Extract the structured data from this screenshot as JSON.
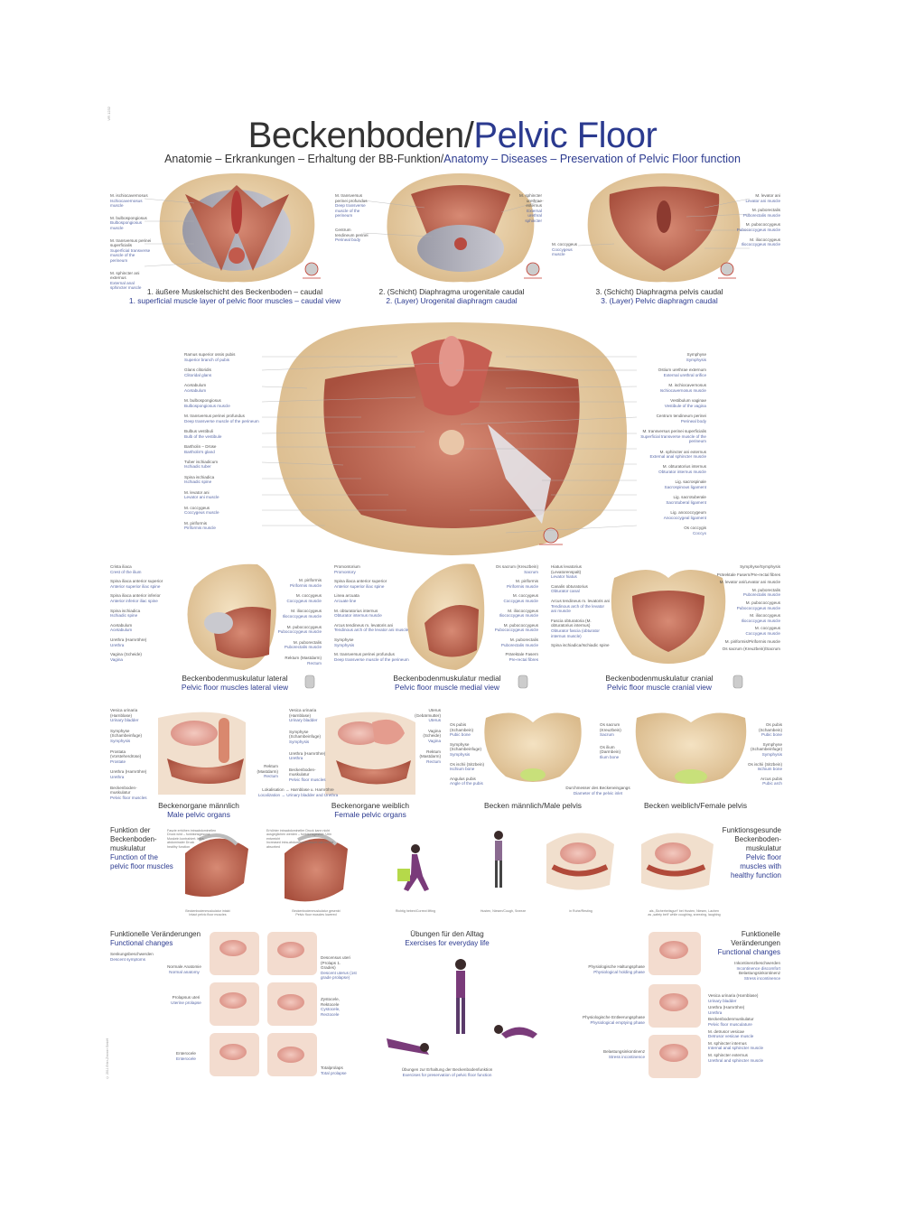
{
  "header": {
    "side_code": "VR 1232",
    "title_de": "Beckenboden/",
    "title_en": "Pelvic Floor",
    "subtitle_de": "Anatomie – Erkrankungen – Erhaltung der BB-Funktion/",
    "subtitle_en": "Anatomy – Diseases – Preservation of Pelvic Floor function"
  },
  "row1": {
    "captions": [
      {
        "de": "1. äußere Muskelschicht des Beckenboden – caudal",
        "en": "1. superficial muscle layer of pelvic floor muscles – caudal view"
      },
      {
        "de": "2. (Schicht) Diaphragma urogenitale caudal",
        "en": "2. (Layer) Urogenital diaphragm caudal"
      },
      {
        "de": "3. (Schicht) Diaphragma pelvis caudal",
        "en": "3. (Layer) Pelvic diaphragm caudal"
      }
    ],
    "labels_a": [
      {
        "de": "M. ischiocavernosus",
        "en": "Ischiocavernosus muscle"
      },
      {
        "de": "M. bulbospongiosus",
        "en": "Bulbospongiosus muscle"
      },
      {
        "de": "M. transversus perinei superficialis",
        "en": "Superficial transverse muscle of the perineum"
      },
      {
        "de": "M. sphincter ani externus",
        "en": "External anal sphincter muscle"
      }
    ],
    "labels_b": [
      {
        "de": "M. transversus perinei profundus",
        "en": "Deep transverse muscle of the perineum"
      },
      {
        "de": "Centrum tendineum perinei",
        "en": "Perineal body"
      }
    ],
    "labels_b2": [
      {
        "de": "M. sphincter urethrae externus",
        "en": "External urethral sphincter"
      },
      {
        "de": "M. coccygeus",
        "en": "Coccygeus muscle"
      }
    ],
    "labels_c": [
      {
        "de": "M. levator ani",
        "en": "Levator ani muscle"
      },
      {
        "de": "M. puborectalis",
        "en": "Puborectalis muscle"
      },
      {
        "de": "M. pubococcygeus",
        "en": "Pubococcygeus muscle"
      },
      {
        "de": "M. iliococcygeus",
        "en": "Iliococcygeus muscle"
      }
    ]
  },
  "center": {
    "labels_left": [
      {
        "de": "Ramus superior ossis pubis",
        "en": "Superior branch of pubis"
      },
      {
        "de": "Glans clitoridis",
        "en": "Clitoridal glans"
      },
      {
        "de": "Acetabulum",
        "en": "Acetabulum"
      },
      {
        "de": "M. bulbospongiosus",
        "en": "Bulbospongiosus muscle"
      },
      {
        "de": "M. transversus perinei profundus",
        "en": "Deep transverse muscle of the perineum"
      },
      {
        "de": "Bulbus vestibuli",
        "en": "Bulb of the vestibule"
      },
      {
        "de": "Bartholin – Drüse",
        "en": "Bartholin's gland"
      },
      {
        "de": "Tuber ischiadicum",
        "en": "Ischiadic tuber"
      },
      {
        "de": "Spina ischiadica",
        "en": "Ischiadic spine"
      },
      {
        "de": "M. levator ani",
        "en": "Levator ani muscle"
      },
      {
        "de": "M. coccygeus",
        "en": "Coccygeus muscle"
      },
      {
        "de": "M. piriformis",
        "en": "Piriformis muscle"
      }
    ],
    "labels_right": [
      {
        "de": "Symphyse",
        "en": "Symphysis"
      },
      {
        "de": "Ostium urethrae externum",
        "en": "External urethral orifice"
      },
      {
        "de": "M. ischiocavernosus",
        "en": "Ischiocavernosus muscle"
      },
      {
        "de": "Vestibulum vaginae",
        "en": "Vestibule of the vagina"
      },
      {
        "de": "Centrum tendineum perinei",
        "en": "Perineal body"
      },
      {
        "de": "M. transversus perinei superficialis",
        "en": "Superficial transverse muscle of the perineum"
      },
      {
        "de": "M. sphincter ani externus",
        "en": "External anal sphincter muscle"
      },
      {
        "de": "M. obturatorius internus",
        "en": "Obturator internus muscle"
      },
      {
        "de": "Lig. sacrospinale",
        "en": "Sacrospinous ligament"
      },
      {
        "de": "Lig. sacrotuberale",
        "en": "Sacrotuberal ligament"
      },
      {
        "de": "Lig. anococcygeum",
        "en": "Anococcygeal ligament"
      },
      {
        "de": "Os coccygis",
        "en": "Coccyx"
      }
    ]
  },
  "row3": {
    "captions": [
      {
        "de": "Beckenbodenmuskulatur lateral",
        "en": "Pelvic floor muscles lateral view"
      },
      {
        "de": "Beckenbodenmuskulatur medial",
        "en": "Pelvic floor muscle medial view"
      },
      {
        "de": "Beckenbodenmuskulatur cranial",
        "en": "Pelvic floor muscle cranial view"
      }
    ],
    "labels_a_left": [
      {
        "de": "Crista iliaca",
        "en": "Crest of the ilium"
      },
      {
        "de": "Spina iliaca anterior superior",
        "en": "Anterior superior iliac spine"
      },
      {
        "de": "Spina iliaca anterior inferior",
        "en": "Anterior inferior iliac spine"
      },
      {
        "de": "Spina ischiadica",
        "en": "Ischiadic spine"
      },
      {
        "de": "Acetabulum",
        "en": "Acetabulum"
      },
      {
        "de": "Urethra (Harnröhre)",
        "en": "Urethra"
      },
      {
        "de": "Vagina (Scheide)",
        "en": "Vagina"
      }
    ],
    "labels_a_right": [
      {
        "de": "M. piriformis",
        "en": "Piriformis muscle"
      },
      {
        "de": "M. coccygeus",
        "en": "Coccygeus muscle"
      },
      {
        "de": "M. iliococcygeus",
        "en": "Iliococcygeus muscle"
      },
      {
        "de": "M. pubococcygeus",
        "en": "Pubococcygeus muscle"
      },
      {
        "de": "M. puborectalis",
        "en": "Puborectalis muscle"
      },
      {
        "de": "Rektum (Mastdarm)",
        "en": "Rectum"
      }
    ],
    "labels_b_left": [
      {
        "de": "Promontorium",
        "en": "Promontory"
      },
      {
        "de": "Spina iliaca anterior superior",
        "en": "Anterior superior iliac spine"
      },
      {
        "de": "Linea arcuata",
        "en": "Arcuate line"
      },
      {
        "de": "M. obturatorius internus",
        "en": "Obturator internus muscle"
      },
      {
        "de": "Arcus tendineus m. levatoris ani",
        "en": "Tendinous arch of the levator ani muscle"
      },
      {
        "de": "Symphyse",
        "en": "Symphysis"
      },
      {
        "de": "M. transversus perinei profundus",
        "en": "Deep transverse muscle of the perineum"
      }
    ],
    "labels_b_right": [
      {
        "de": "Os sacrum (Kreuzbein)",
        "en": "Sacrum"
      },
      {
        "de": "M. piriformis",
        "en": "Piriformis muscle"
      },
      {
        "de": "M. coccygeus",
        "en": "Coccygeus muscle"
      },
      {
        "de": "M. iliococcygeus",
        "en": "Iliococcygeus muscle"
      },
      {
        "de": "M. pubococcygeus",
        "en": "Pubococcygeus muscle"
      },
      {
        "de": "M. puborectalis",
        "en": "Puborectalis muscle"
      },
      {
        "de": "Prärektale Fasern",
        "en": "Pre-rectal fibres"
      }
    ],
    "labels_c_left": [
      {
        "de": "Hiatus levatorius (Levatorenspalt)",
        "en": "Levator hiatus"
      },
      {
        "de": "Canalis obturatorius",
        "en": "Obturator canal"
      },
      {
        "de": "Arcus tendineus m. levatoris ani",
        "en": "Tendinous arch of the levator ani muscle"
      },
      {
        "de": "Fascia obturatoria (M. obturatorius internus)",
        "en": "Obturator fascia (obturator internus muscle)"
      },
      {
        "de": "Spina ischiadica/Ischiadic spine",
        "en": ""
      }
    ],
    "labels_c_right": [
      {
        "de": "Symphyse/Symphysis",
        "en": ""
      },
      {
        "de": "Prärektale Fasern/Pre-rectal fibres",
        "en": ""
      },
      {
        "de": "M. levator ani/Levator ani muscle",
        "en": ""
      },
      {
        "de": "M. puborectalis",
        "en": "Puborectalis muscle"
      },
      {
        "de": "M. pubococcygeus",
        "en": "Pubococcygeus muscle"
      },
      {
        "de": "M. iliococcygeus",
        "en": "Iliococcygeus muscle"
      },
      {
        "de": "M. coccygeus",
        "en": "Coccygeus muscle"
      },
      {
        "de": "M. piriformis/Piriformis muscle",
        "en": ""
      },
      {
        "de": "Os sacrum (Kreuzbein)/Sacrum",
        "en": ""
      }
    ]
  },
  "row4": {
    "captions": [
      {
        "de": "Beckenorgane männlich",
        "en": "Male pelvic organs"
      },
      {
        "de": "Beckenorgane weiblich",
        "en": "Female pelvic organs"
      },
      {
        "de": "Becken männlich/Male pelvis",
        "en": ""
      },
      {
        "de": "Becken weiblich/Female pelvis",
        "en": ""
      }
    ],
    "male_left": [
      {
        "de": "Vesica urinaria (Harnblase)",
        "en": "Urinary bladder"
      },
      {
        "de": "Symphyse (Schambeinfuge)",
        "en": "Symphysis"
      },
      {
        "de": "Prostata (Vorsteherdrüse)",
        "en": "Prostate"
      },
      {
        "de": "Urethra (Harnröhre)",
        "en": "Urethra"
      },
      {
        "de": "Beckenboden-muskulatur",
        "en": "Pelvic floor muscles"
      }
    ],
    "male_right": [
      {
        "de": "Rektum (Mastdarm)",
        "en": "Rectum"
      }
    ],
    "female_left": [
      {
        "de": "Vesica urinaria (Harnblase)",
        "en": "Urinary bladder"
      },
      {
        "de": "Symphyse (Schambeinfuge)",
        "en": "Symphysis"
      },
      {
        "de": "Urethra (Harnröhre)",
        "en": "Urethra"
      },
      {
        "de": "Beckenboden-muskulatur",
        "en": "Pelvic floor muscles"
      }
    ],
    "female_right": [
      {
        "de": "Uterus (Gebärmutter)",
        "en": "Uterus"
      },
      {
        "de": "Vagina (Scheide)",
        "en": "Vagina"
      },
      {
        "de": "Rektum (Mastdarm)",
        "en": "Rectum"
      }
    ],
    "localization": {
      "de": "Lokalisation → Harnblase u. Harnröhre",
      "en": "Localization → Urinary bladder and Urethra"
    },
    "pelvis_left": [
      {
        "de": "Os pubis (Schambein)",
        "en": "Pubic bone"
      },
      {
        "de": "Symphyse (Schambeinfuge)",
        "en": "Symphysis"
      },
      {
        "de": "Os ischii (Sitzbein)",
        "en": "Ischium bone"
      },
      {
        "de": "Angulus pubis",
        "en": "Angle of the pubis"
      }
    ],
    "pelvis_mid": [
      {
        "de": "Os sacrum (Kreuzbein)",
        "en": "Sacrum"
      },
      {
        "de": "Os ilium (Darmbein)",
        "en": "Ilium bone"
      }
    ],
    "pelvis_right": [
      {
        "de": "Os pubis (Schambein)",
        "en": "Pubic bone"
      },
      {
        "de": "Symphyse (Schambeinfuge)",
        "en": "Symphysis"
      },
      {
        "de": "Os ischii (Sitzbein)",
        "en": "Ischium bone"
      },
      {
        "de": "Arcus pubis",
        "en": "Pubic arch"
      }
    ],
    "diameter": {
      "de": "Durchmesser des Beckeneingangs",
      "en": "Diameter of the pelvic inlet"
    }
  },
  "row5": {
    "left_heading": {
      "de": "Funktion der Beckenboden-muskulatur",
      "en": "Function of the pelvic floor muscles"
    },
    "right_heading": {
      "de": "Funktionsgesunde Beckenboden-muskulatur",
      "en": "Pelvic floor muscles with healthy function"
    },
    "notes": [
      {
        "de": "Faszie erhöhen intraabdominellen Druck wird – funktionsgesund: Muskeln kontrahiert. Intra-abdominaler Druck",
        "en": "healthy function"
      },
      {
        "de": "Erhöhter intraabdomineller Druck kann nicht ausgeglichen werden – funktionsgestört: Urin entweicht",
        "en": "Increased intra-abdominal pressure can not be absorbed"
      }
    ],
    "fig_captions": [
      {
        "de": "Beckenbodenmuskulatur intakt",
        "en": "Intact pelvic floor muscles"
      },
      {
        "de": "Beckenbodenmuskulatur gesenkt",
        "en": "Pelvic floor muscles lowered"
      },
      {
        "de": "Richtig heben/Correct lifting",
        "en": ""
      },
      {
        "de": "Husten, Niesen/Cough, Sneeze",
        "en": ""
      },
      {
        "de": "in Ruhe/Resting",
        "en": ""
      },
      {
        "de": "als „Sicherheitsgurt“ bei Husten, Niesen, Lachen",
        "en": "as „safety belt“ while coughing, sneezing, laughing"
      }
    ]
  },
  "row6": {
    "left_heading": {
      "de": "Funktionelle Veränderungen",
      "en": "Functional changes"
    },
    "left_sub": {
      "de": "Senkungsbeschwerden",
      "en": "Descent symptoms"
    },
    "center_heading": {
      "de": "Übungen für den Alltag",
      "en": "Exercises for everyday life"
    },
    "right_heading": {
      "de": "Funktionelle Veränderungen",
      "en": "Functional changes"
    },
    "left_items": [
      {
        "de": "Normale Anatomie",
        "en": "Normal anatomy"
      },
      {
        "de": "Descensus uteri (Prolaps 1. Grades)",
        "en": "Descent uterus (1st grade prolapse)"
      },
      {
        "de": "Prolapsus uteri",
        "en": "Uterine prolapse"
      },
      {
        "de": "Zystocele, Rektocele",
        "en": "Cystocele, Rectocele"
      },
      {
        "de": "Enterocele",
        "en": "Enterocele"
      },
      {
        "de": "Totalprolaps",
        "en": "Total prolapse"
      }
    ],
    "right_sub": [
      {
        "de": "Inkontinenzbeschwerden",
        "en": "Incontinence discomfort"
      },
      {
        "de": "Belastungsinkontinenz",
        "en": "Stress incontinence"
      }
    ],
    "right_items": [
      {
        "de": "Physiologische Haltungsphase",
        "en": "Physiological holding phase"
      },
      {
        "de": "Physiologische Entleerungsphase",
        "en": "Physiological emptying phase"
      },
      {
        "de": "Belastungsinkontinenz",
        "en": "Stress incontinence"
      }
    ],
    "right_organs": [
      {
        "de": "Vesica urinaria (Harnblase)",
        "en": "Urinary bladder"
      },
      {
        "de": "Urethra (Harnröhre)",
        "en": "Urethra"
      },
      {
        "de": "Beckenbodenmuskulatur",
        "en": "Pelvic floor musculature"
      },
      {
        "de": "M. detrusor vesicae",
        "en": "Detrusor vesicae muscle"
      },
      {
        "de": "M. sphincter internus",
        "en": "Internal anal sphincter muscle"
      },
      {
        "de": "M. sphincter externus",
        "en": "Urethral and sphincter muscle"
      }
    ],
    "exercise_caption": {
      "de": "Übungen zur Erhaltung der Beckenbodenfunktion",
      "en": "Exercises for preservation of pelvic floor function"
    }
  },
  "footer": {
    "copyright": "© 2011 Erler-Zimmer GmbH"
  }
}
